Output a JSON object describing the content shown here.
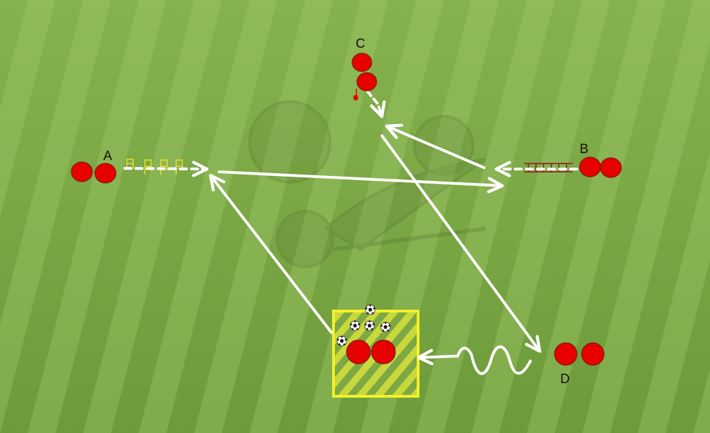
{
  "labels": {
    "a": "A",
    "b": "B",
    "c": "C",
    "d": "D"
  },
  "colors": {
    "pitch_light": "#8ab552",
    "pitch_dark": "#6f9d3a",
    "player": "#e80000",
    "player_outline": "#8a1a0a",
    "arrow": "#ffffff",
    "grid_box": "#f2f22a",
    "hurdle": "#e8e02a",
    "ladder": "#8b3a2a"
  },
  "icons": {
    "watermark": "soccer-ball-watermark-icon",
    "ball": "soccer-ball-icon",
    "hurdle": "hurdle-icon",
    "ladder": "agility-ladder-icon",
    "cone": "cone-icon"
  }
}
